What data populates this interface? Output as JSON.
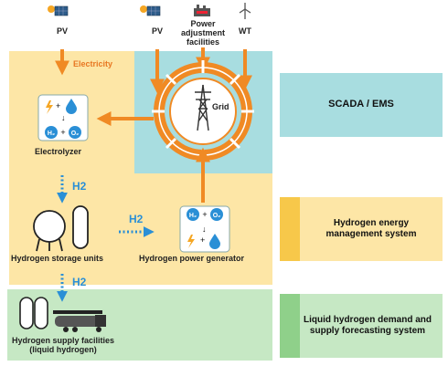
{
  "sources": {
    "pv1": "PV",
    "pv2": "PV",
    "power_adjust": "Power adjustment facilities",
    "wt": "WT"
  },
  "flow": {
    "electricity": "Electricity",
    "h2_a": "H2",
    "h2_b": "H2",
    "h2_c": "H2"
  },
  "nodes": {
    "grid": "Grid",
    "electrolyzer": "Electrolyzer",
    "storage": "Hydrogen storage units",
    "generator": "Hydrogen power generator",
    "supply_line1": "Hydrogen supply facilities",
    "supply_line2": "(liquid hydrogen)"
  },
  "panels": {
    "scada": "SCADA / EMS",
    "hems_line1": "Hydrogen energy",
    "hems_line2": "management system",
    "forecast_line1": "Liquid hydrogen demand and",
    "forecast_line2": "supply forecasting system"
  },
  "colors": {
    "cyan_zone": "#a8dde0",
    "yellow_zone": "#fde6a6",
    "yellow_bar": "#f7c84a",
    "green_zone": "#c6e8c4",
    "green_bar": "#8fd08a",
    "orange": "#f08a24",
    "blue": "#2a8fd6"
  }
}
